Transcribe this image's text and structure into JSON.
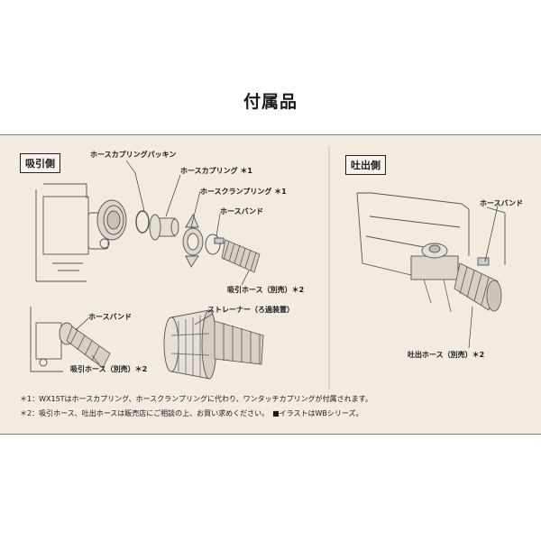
{
  "page": {
    "title": "付属品"
  },
  "suction_side": {
    "label": "吸引側",
    "callouts": {
      "gasket": "ホースカプリングパッキン",
      "coupling": "ホースカプリング ＊1",
      "clamp_ring": "ホースクランプリング ＊1",
      "band": "ホースバンド",
      "hose": "吸引ホース（別売）＊2",
      "band_small": "ホースバンド",
      "hose_small": "吸引ホース（別売）＊2",
      "strainer": "ストレーナー（ろ過装置）"
    }
  },
  "discharge_side": {
    "label": "吐出側",
    "callouts": {
      "band": "ホースバンド",
      "hose": "吐出ホース（別売）＊2"
    }
  },
  "notes": {
    "note1": "＊1：WX15Tはホースカプリング、ホースクランプリングに代わり、ワンタッチカプリングが付属されます。",
    "note2": "＊2：吸引ホース、吐出ホースは販売店にご相談の上、お買い求めください。　■イラストはWBシリーズ。"
  }
}
